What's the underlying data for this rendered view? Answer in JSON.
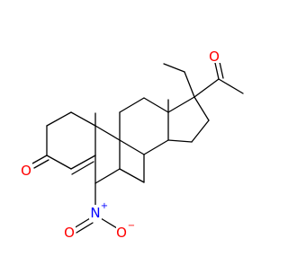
{
  "colors": {
    "carbon_bond": "#000000",
    "oxygen": "#ff0000",
    "nitrogen": "#0000ff",
    "background": "#ffffff"
  },
  "atoms": {
    "ketone_oxygen_left": "O",
    "ketone_oxygen_acetyl": "O",
    "nitro_nitrogen": "N",
    "nitro_nitrogen_charge": "+",
    "nitro_oxygen_left": "O",
    "nitro_oxygen_right": "O",
    "nitro_oxygen_right_charge": "−"
  }
}
